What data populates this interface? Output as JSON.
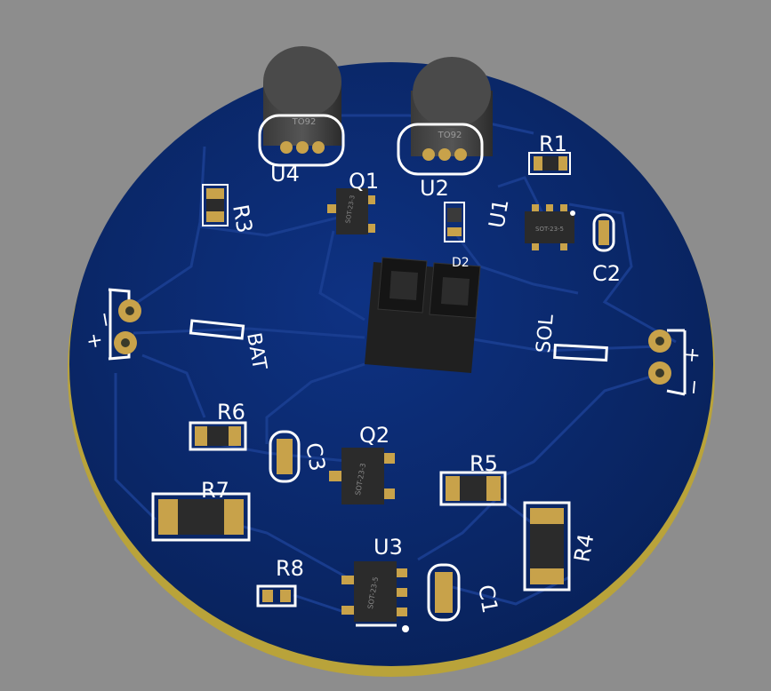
{
  "scene": {
    "background_color": "#8d8d8d",
    "board_color": "#0b2a6e",
    "silkscreen_color": "#ffffff",
    "pad_color": "#c8a24a",
    "component_body_color": "#2a2a2a"
  },
  "transistors_to92": [
    {
      "ref": "U4",
      "package": "TO92"
    },
    {
      "ref": "U2",
      "package": "TO92"
    }
  ],
  "reference_labels": {
    "U4": "U4",
    "Q1": "Q1",
    "U2": "U2",
    "R1": "R1",
    "U1": "U1",
    "R3": "R3",
    "C2": "C2",
    "R6": "R6",
    "Q2": "Q2",
    "C3": "C3",
    "R5": "R5",
    "R7": "R7",
    "R4": "R4",
    "R8": "R8",
    "U3": "U3",
    "C1": "C1",
    "D_partial": "D2"
  },
  "connectors": {
    "battery": {
      "label": "BAT",
      "minus": "−",
      "plus": "+"
    },
    "solar": {
      "label": "SOL",
      "minus": "−",
      "plus": "+"
    }
  },
  "package_markings": {
    "to92": "TO92",
    "sot23": "SOT-23-3",
    "sot23_5": "SOT-23-5"
  }
}
